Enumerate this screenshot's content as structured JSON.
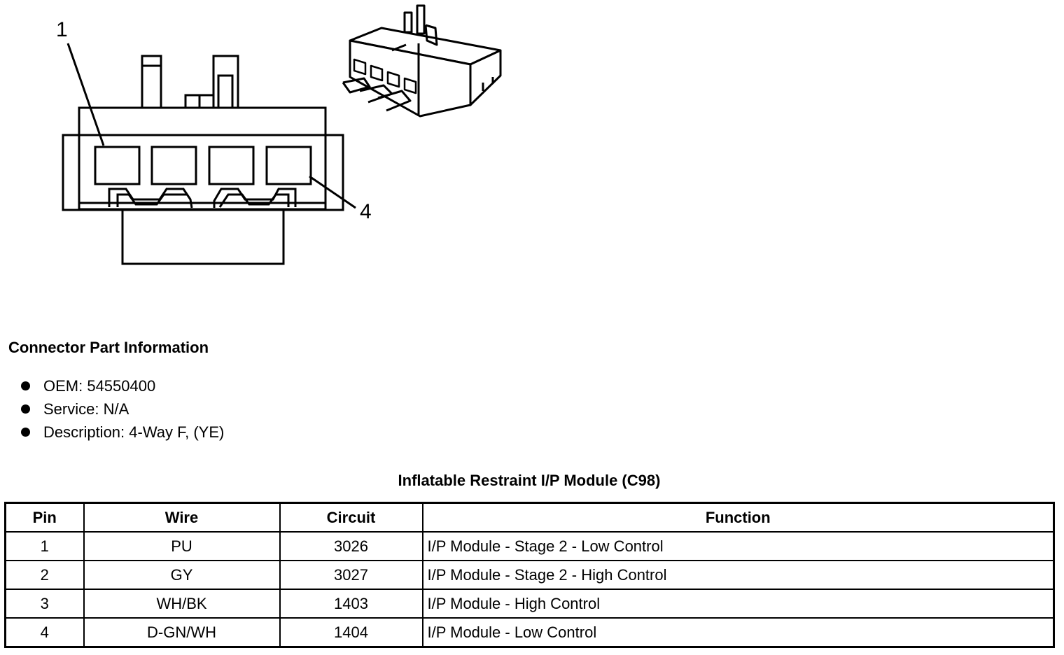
{
  "diagram": {
    "callouts": [
      "1",
      "4"
    ]
  },
  "connector_info": {
    "title": "Connector Part Information",
    "items": [
      "OEM: 54550400",
      "Service: N/A",
      "Description: 4-Way F, (YE)"
    ]
  },
  "pin_table": {
    "title": "Inflatable Restraint I/P Module (C98)",
    "headers": [
      "Pin",
      "Wire",
      "Circuit",
      "Function"
    ],
    "rows": [
      [
        "1",
        "PU",
        "3026",
        "I/P Module - Stage 2 - Low Control"
      ],
      [
        "2",
        "GY",
        "3027",
        "I/P Module - Stage 2 - High Control"
      ],
      [
        "3",
        "WH/BK",
        "1403",
        "I/P Module - High Control"
      ],
      [
        "4",
        "D-GN/WH",
        "1404",
        "I/P Module - Low Control"
      ]
    ]
  }
}
